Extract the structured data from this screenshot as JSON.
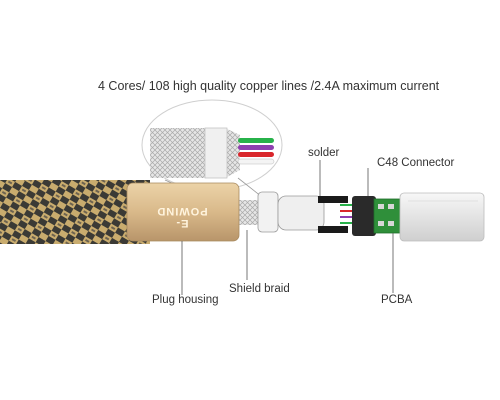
{
  "headline": "4 Cores/ 108 high quality copper lines /2.4A maximum current",
  "brand_text": "E-POWIND",
  "labels": {
    "solder": "solder",
    "connector": "C48 Connector",
    "plug_housing": "Plug housing",
    "shield_braid": "Shield braid",
    "pcba": "PCBA"
  },
  "colors": {
    "gold_housing": "#d9b98a",
    "braid_dark": "#3b3a35",
    "braid_gold": "#c9ac6e",
    "pcb_green": "#2f8f3a",
    "lightning_tip": "#e9e9e9",
    "core_green": "#27b24a",
    "core_purple": "#8e3fb0",
    "core_red": "#d9262b",
    "core_white": "#f4f4f4"
  }
}
